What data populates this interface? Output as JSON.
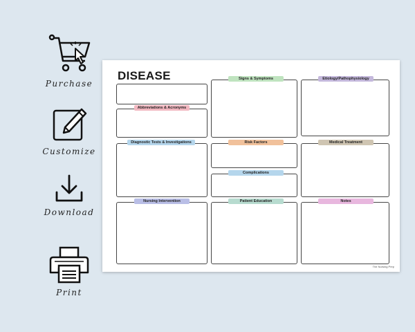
{
  "sidebar": {
    "purchase": "Purchase",
    "customize": "Customize",
    "download": "Download",
    "print": "Print"
  },
  "sheet": {
    "title": "DISEASE",
    "tags": {
      "abbreviations": "Abbreviations & Acronyms",
      "signs": "Signs & Symptoms",
      "etiology": "Etiology/Pathophysiology",
      "diagnostic": "Diagnostic Tests & Investigations",
      "risk": "Risk Factors",
      "medical": "Medical Treatment",
      "complications": "Complications",
      "nursing": "Nursing Intervention",
      "education": "Patient Education",
      "notes": "Notes"
    },
    "brand": "The Nursing Prep"
  },
  "colors": {
    "pink": "#f2b7c0",
    "green": "#bfe3bf",
    "purple": "#c4b8dc",
    "blue": "#b5d6ec",
    "orange": "#f1c19b",
    "tan": "#cfc5b2",
    "lavender": "#b9bee6",
    "teal": "#b7dbcf",
    "magenta": "#e8b7de"
  }
}
